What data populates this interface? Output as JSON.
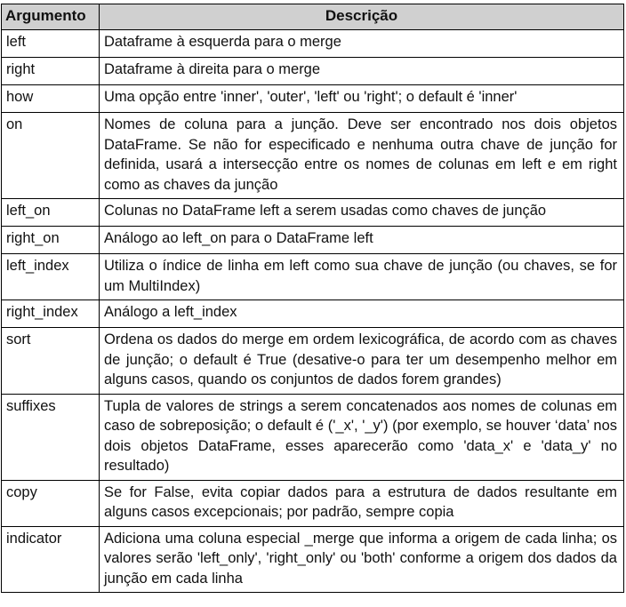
{
  "table": {
    "headers": {
      "argument": "Argumento",
      "description": "Descrição"
    },
    "rows": [
      {
        "arg": "left",
        "desc": "Dataframe à esquerda para o merge"
      },
      {
        "arg": "right",
        "desc": "Dataframe à direita para o merge"
      },
      {
        "arg": "how",
        "desc": "Uma opção entre 'inner', 'outer', 'left' ou 'right'; o default é 'inner'"
      },
      {
        "arg": "on",
        "desc": "Nomes de coluna para a junção. Deve ser encontrado nos dois objetos DataFrame. Se não for especificado e nenhuma outra chave de junção for definida, usará a intersecção entre os nomes de colunas em left e em right como as chaves da junção"
      },
      {
        "arg": "left_on",
        "desc": "Colunas no DataFrame left a serem usadas como chaves de junção"
      },
      {
        "arg": "right_on",
        "desc": "Análogo ao left_on para o DataFrame left"
      },
      {
        "arg": "left_index",
        "desc": "Utiliza o índice de linha em left como sua chave de junção (ou chaves, se for um MultiIndex)"
      },
      {
        "arg": "right_index",
        "desc": "Análogo a left_index"
      },
      {
        "arg": "sort",
        "desc": "Ordena os dados do merge em ordem lexicográfica, de acordo com as chaves de junção; o default é True (desative-o para ter um desempenho melhor em alguns casos, quando os conjuntos de dados forem grandes)"
      },
      {
        "arg": "suffixes",
        "desc": "Tupla de valores de strings a serem concatenados aos nomes de colunas em caso de sobreposição; o default é ('_x', '_y') (por exemplo, se houver ‘data’ nos dois objetos DataFrame, esses aparecerão como 'data_x' e 'data_y' no resultado)"
      },
      {
        "arg": "copy",
        "desc": "Se for False, evita copiar dados para a estrutura de dados resultante em alguns casos excepcionais; por padrão, sempre copia"
      },
      {
        "arg": "indicator",
        "desc": "Adiciona uma coluna especial _merge que informa a origem de cada linha; os valores serão 'left_only', 'right_only' ou 'both' conforme a origem dos dados da junção em cada linha"
      }
    ]
  }
}
